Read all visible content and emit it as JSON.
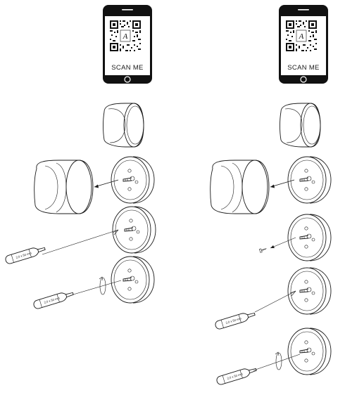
{
  "phones": [
    {
      "label": "SCAN ME"
    },
    {
      "label": "SCAN ME"
    }
  ],
  "tools": {
    "screwdriver_label": "2,0 x 50 mm"
  },
  "columns": [
    {
      "steps": [
        "cap",
        "remove-knob",
        "insert-screwdriver",
        "turn-screwdriver"
      ]
    },
    {
      "steps": [
        "cap",
        "remove-knob",
        "remove-screw",
        "insert-screwdriver",
        "turn-screwdriver"
      ]
    }
  ]
}
